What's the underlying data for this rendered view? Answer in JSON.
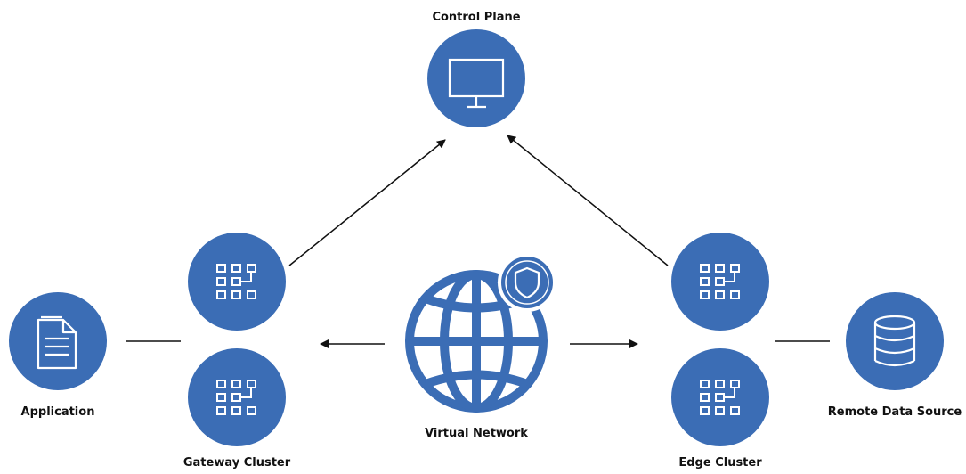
{
  "nodes": {
    "control_plane": {
      "label": "Control Plane",
      "icon": "monitor-icon"
    },
    "gateway_cluster": {
      "label": "Gateway Cluster",
      "icon": "cluster-icon"
    },
    "virtual_network": {
      "label": "Virtual Network",
      "icon": "globe-icon",
      "badge_icon": "shield-icon"
    },
    "edge_cluster": {
      "label": "Edge Cluster",
      "icon": "cluster-icon"
    },
    "application": {
      "label": "Application",
      "icon": "document-icon"
    },
    "remote_data_source": {
      "label": "Remote Data Source",
      "icon": "database-icon"
    }
  },
  "colors": {
    "node_fill": "#3b6db5",
    "icon_stroke": "#ffffff",
    "edge": "#111111",
    "label": "#111111"
  }
}
